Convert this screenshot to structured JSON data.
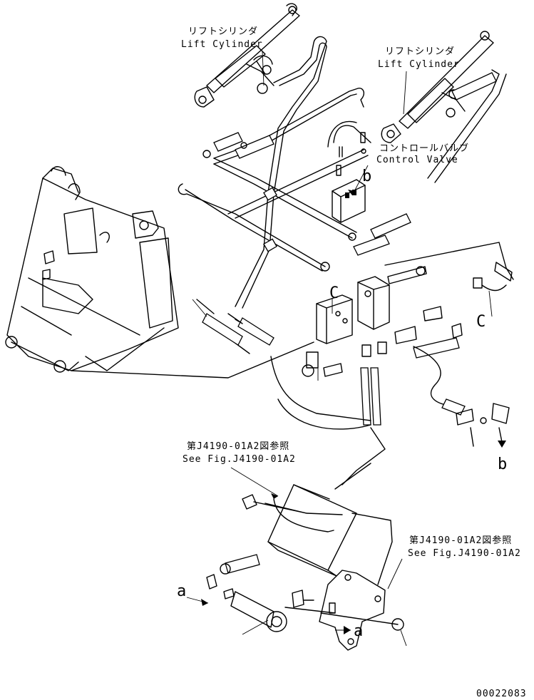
{
  "labels": {
    "lift_cylinder_left_jp": "リフトシリンダ",
    "lift_cylinder_left_en": "Lift Cylinder",
    "lift_cylinder_right_jp": "リフトシリンダ",
    "lift_cylinder_right_en": "Lift Cylinder",
    "control_valve_jp": "コントロールバルブ",
    "control_valve_en": "Control Valve",
    "see_fig_1_jp": "第J4190-01A2図参照",
    "see_fig_1_en": "See Fig.J4190-01A2",
    "see_fig_2_jp": "第J4190-01A2図参照",
    "see_fig_2_en": "See Fig.J4190-01A2",
    "ref_c_top": "C",
    "ref_c_right": "C",
    "ref_b_top": "b",
    "ref_b_right": "b",
    "ref_a_left": "a",
    "ref_a_bottom": "a",
    "drawing_number": "00022083"
  },
  "colors": {
    "line": "#000000",
    "background": "#ffffff"
  }
}
